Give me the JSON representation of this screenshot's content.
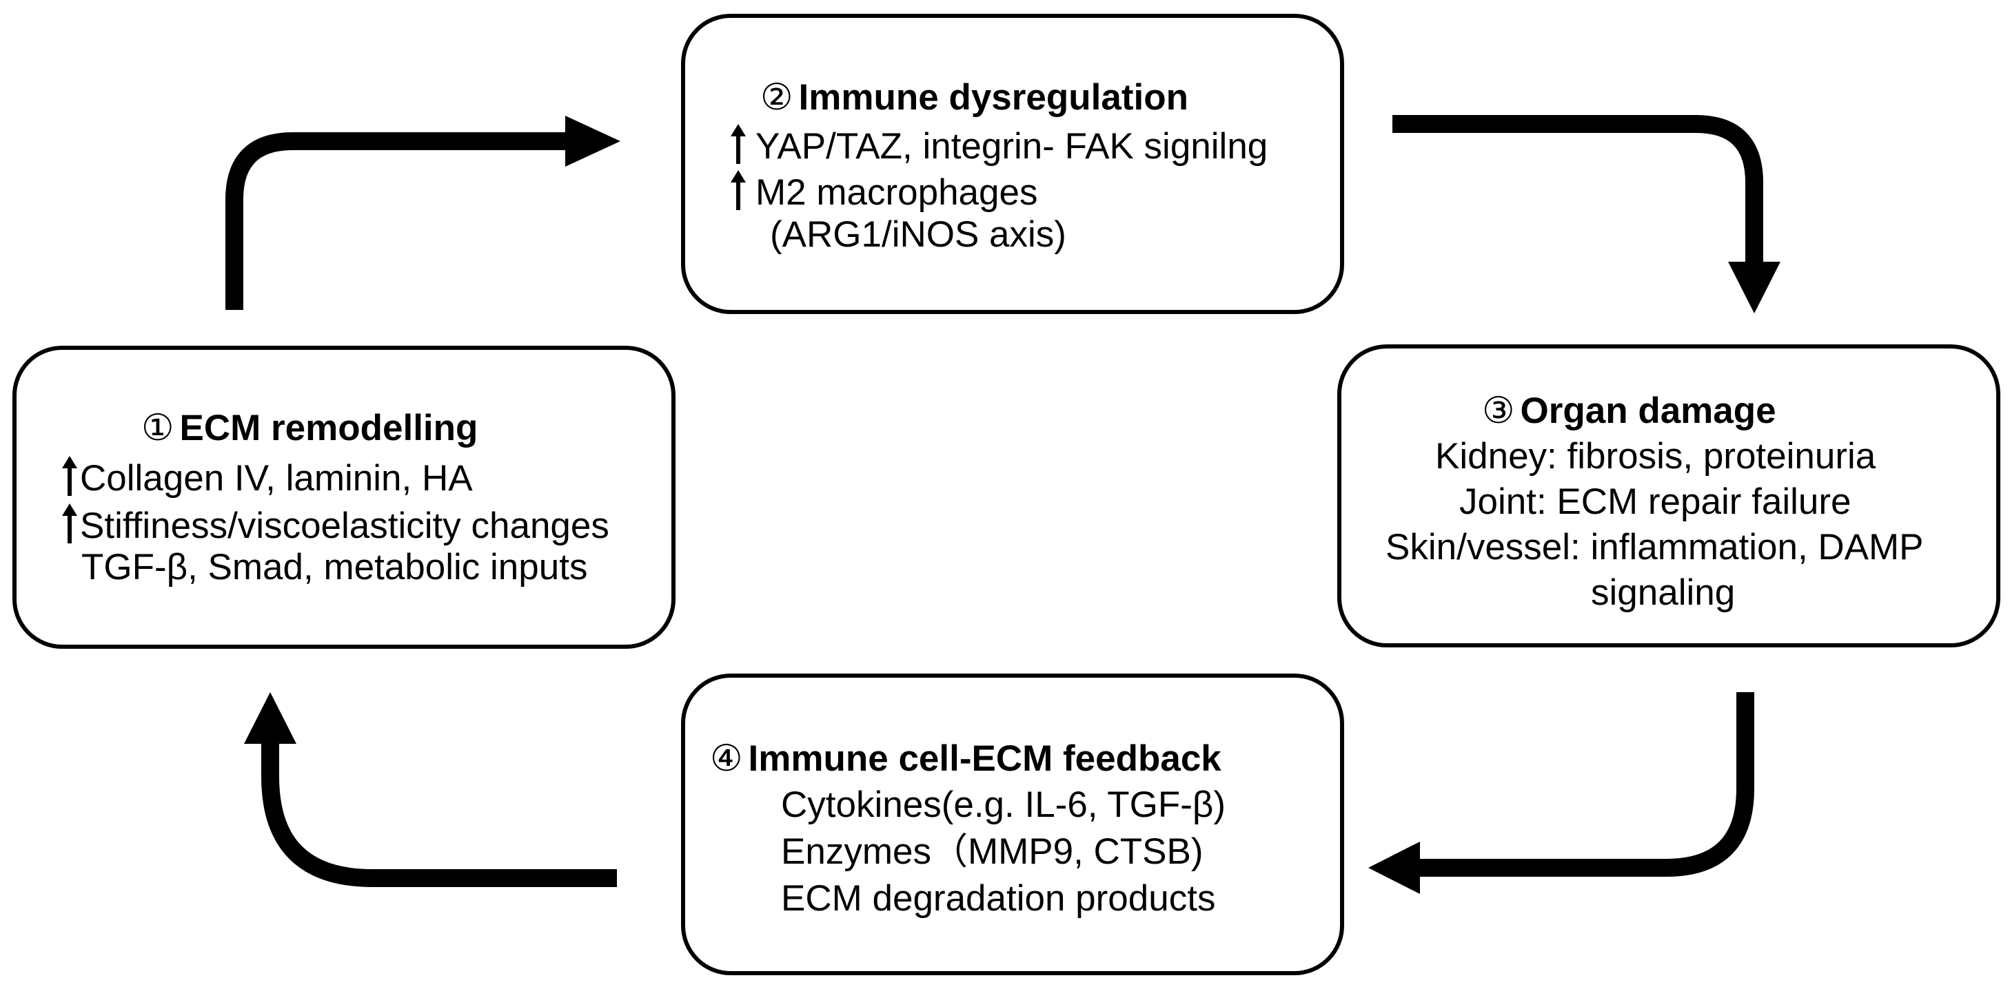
{
  "boxes": {
    "ecm": {
      "number": "①",
      "title": "ECM remodelling",
      "lines": [
        "Collagen IV, laminin, HA",
        "Stiffiness/viscoelasticity changes",
        "TGF-β, Smad, metabolic inputs"
      ]
    },
    "immune": {
      "number": "②",
      "title": "Immune dysregulation",
      "lines": [
        "YAP/TAZ, integrin- FAK signilng",
        "M2 macrophages",
        "(ARG1/iNOS axis)"
      ]
    },
    "organ": {
      "number": "③",
      "title": "Organ damage",
      "lines": [
        "Kidney: fibrosis, proteinuria",
        "Joint: ECM repair failure",
        "Skin/vessel: inflammation, DAMP",
        "signaling"
      ]
    },
    "feedback": {
      "number": "④",
      "title": "Immune cell-ECM feedback",
      "lines": [
        "Cytokines(e.g. IL-6, TGF-β)",
        "Enzymes（MMP9, CTSB)",
        "ECM degradation products"
      ]
    }
  },
  "icons": {
    "up_arrow": "up-arrow-icon",
    "flow_arrow": "curved-arrow-icon"
  },
  "colors": {
    "stroke": "#000000",
    "background": "#ffffff"
  }
}
